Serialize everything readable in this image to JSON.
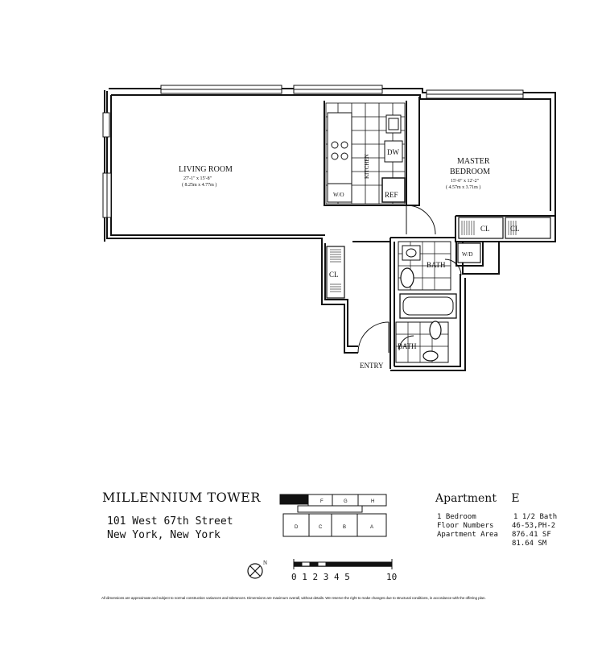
{
  "rooms": {
    "living_room": {
      "name": "LIVING ROOM",
      "dim_ft": "27'-1\" x 15'-8\"",
      "dim_m": "( 8.25m x 4.77m )"
    },
    "master_bedroom": {
      "name_line1": "MASTER",
      "name_line2": "BEDROOM",
      "dim_ft": "15'-0\" x 12'-2\"",
      "dim_m": "( 4.57m x 3.71m )"
    },
    "kitchen": "KITCHEN"
  },
  "fixtures": {
    "dw": "DW",
    "ref": "REF",
    "wo": "W/O",
    "cl_living": "CL",
    "cl_bed_1": "CL",
    "cl_bed_2": "CL",
    "wd": "W/D",
    "bath_1": "BATH",
    "bath_2": "BATH",
    "entry": "ENTRY"
  },
  "building": {
    "name": "MILLENNIUM TOWER",
    "address_line1": "101 West 67th Street",
    "address_line2": "New York, New York"
  },
  "key_plan": {
    "top_units": [
      "F",
      "G",
      "H"
    ],
    "bottom_units": [
      "D",
      "C",
      "B",
      "A"
    ]
  },
  "apartment": {
    "title": "Apartment",
    "unit": "E",
    "bedrooms": "1 Bedroom",
    "baths": "1 1/2 Bath",
    "floor_label": "Floor Numbers",
    "floor_value": "46-53,PH-2",
    "area_label": "Apartment Area",
    "area_sf": "876.41 SF",
    "area_sm": "81.64 SM"
  },
  "north_label": "N",
  "scale": {
    "start_labels": "0 1 2 3 4 5",
    "end_label": "10"
  },
  "disclaimer": "All dimensions are approximate and subject to normal construction variances and tolerances. Dimensions are maximum overall, without details. We reserve the right to make changes due to structural conditions, in accordance with the offering plan."
}
